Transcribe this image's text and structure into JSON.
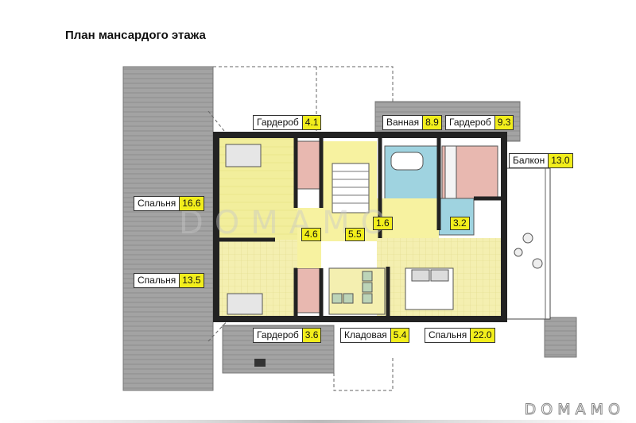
{
  "title": "План мансардого этажа",
  "logo": "DOMAMO",
  "watermark": "DOMAMO",
  "rooms": [
    {
      "name": "Гардероб",
      "area": "4.1"
    },
    {
      "name": "Ванная",
      "area": "8.9"
    },
    {
      "name": "Гардероб",
      "area": "9.3"
    },
    {
      "name": "Балкон",
      "area": "13.0"
    },
    {
      "name": "Спальня",
      "area": "16.6"
    },
    {
      "name": "Спальня",
      "area": "13.5"
    },
    {
      "name": "Гардероб",
      "area": "3.6"
    },
    {
      "name": "Кладовая",
      "area": "5.4"
    },
    {
      "name": "Спальня",
      "area": "22.0"
    }
  ],
  "inner_areas": [
    "4.6",
    "5.5",
    "1.6",
    "3.2"
  ],
  "colors": {
    "area_highlight": "#f2ee1c",
    "bedroom_floor": "#e8f0a0",
    "hall_floor": "#f7f2a0",
    "bath_floor": "#9fd3e0",
    "wardrobe_floor": "#e8b8b0",
    "roof": "#9a9a9a",
    "wall": "#222222"
  }
}
